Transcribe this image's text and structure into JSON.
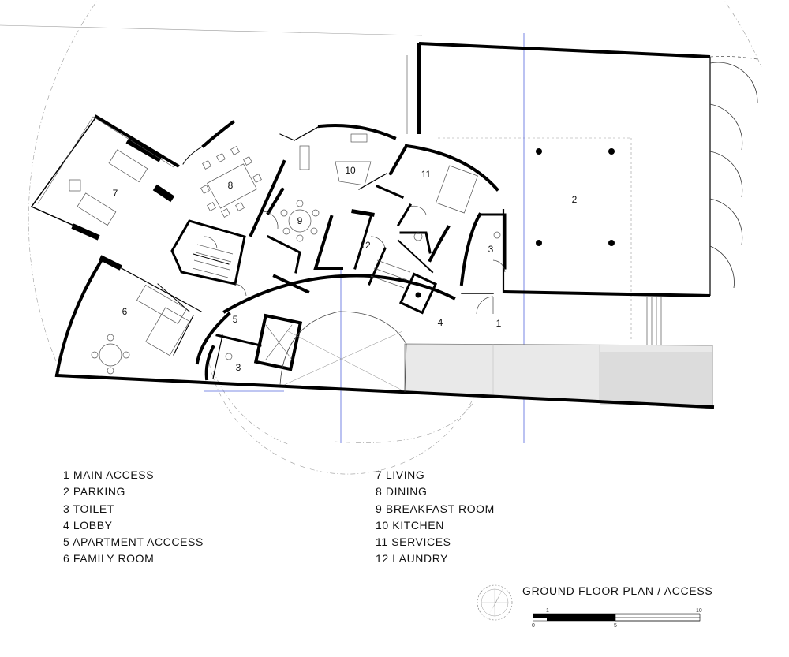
{
  "drawing": {
    "title": "GROUND FLOOR PLAN / ACCESS",
    "room_numbers": [
      {
        "num": "1"
      },
      {
        "num": "2"
      },
      {
        "num": "3"
      },
      {
        "num": "3"
      },
      {
        "num": "4"
      },
      {
        "num": "5"
      },
      {
        "num": "6"
      },
      {
        "num": "7"
      },
      {
        "num": "8"
      },
      {
        "num": "9"
      },
      {
        "num": "10"
      },
      {
        "num": "11"
      },
      {
        "num": "12"
      }
    ],
    "scale_bar": {
      "ticks_top": [
        "1",
        "10"
      ],
      "ticks_bottom": [
        "0",
        "5"
      ]
    },
    "compass_icon": "north-arrow"
  },
  "legend": {
    "left": [
      "1 MAIN ACCESS",
      "2 PARKING",
      "3 TOILET",
      "4 LOBBY",
      "5 APARTMENT ACCCESS",
      "6 FAMILY ROOM"
    ],
    "right": [
      "7 LIVING",
      "8 DINING",
      "9 BREAKFAST ROOM",
      "10 KITCHEN",
      "11 SERVICES",
      "12 LAUNDRY"
    ]
  }
}
